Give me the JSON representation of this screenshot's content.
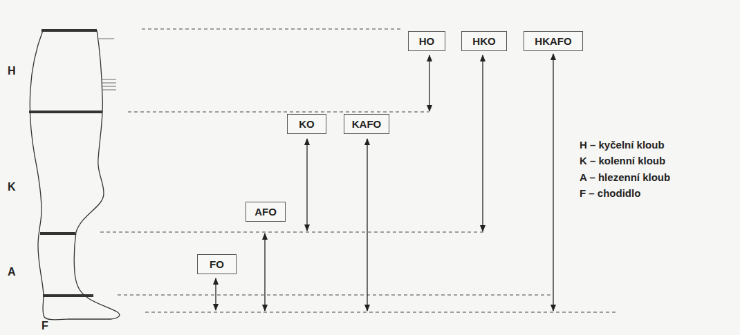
{
  "diagram": {
    "nodes": [
      {
        "text": [
          "HO"
        ]
      },
      {
        "text": [
          "HKO"
        ]
      },
      {
        "text": [
          "HKAFO"
        ]
      },
      {
        "text": [
          "KO"
        ]
      },
      {
        "text": [
          "KAFO"
        ]
      },
      {
        "text": [
          "AFO"
        ]
      },
      {
        "text": [
          "FO"
        ]
      }
    ],
    "labels": [
      "H",
      "K",
      "A",
      "F",
      "H – kyčelní kloub",
      "K – kolenní kloub",
      "A – hlezenní kloub",
      "F – chodidlo"
    ]
  }
}
